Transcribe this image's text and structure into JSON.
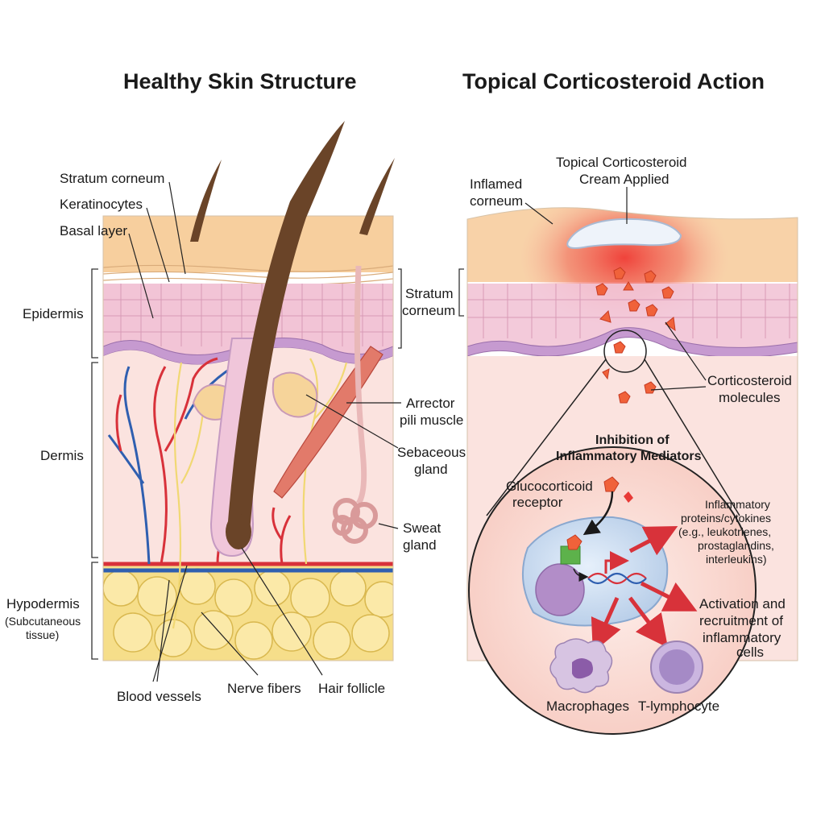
{
  "titles": {
    "left": "Healthy Skin Structure",
    "right": "Topical Corticosteroid Action"
  },
  "left_labels": {
    "stratum_corneum": "Stratum corneum",
    "keratinocytes": "Keratinocytes",
    "basal_layer": "Basal layer",
    "epidermis": "Epidermis",
    "dermis": "Dermis",
    "hypodermis": "Hypodermis",
    "hypodermis_sub1": "(Subcutaneous",
    "hypodermis_sub2": "tissue)",
    "arrector_1": "Arrector",
    "arrector_2": "pili muscle",
    "sebaceous_1": "Sebaceous",
    "sebaceous_2": "gland",
    "sweat_1": "Sweat",
    "sweat_2": "gland",
    "blood_vessels": "Blood vessels",
    "nerve_fibers": "Nerve fibers",
    "hair_follicle": "Hair follicle"
  },
  "right_labels": {
    "inflamed_1": "Inflamed",
    "inflamed_2": "corneum",
    "cream_1": "Topical Corticosteroid",
    "cream_2": "Cream Applied",
    "stratum_1": "Stratum",
    "stratum_2": "corneum",
    "cortico_1": "Corticosteroid",
    "cortico_2": "molecules",
    "inhibition_1": "Inhibition of",
    "inhibition_2": "Inflammatory Mediators",
    "receptor_1": "Glucocorticoid",
    "receptor_2": "receptor",
    "proteins_1": "Inflammatory",
    "proteins_2": "proteins/cytokines",
    "proteins_3": "(e.g., leukotrienes,",
    "proteins_4": "prostaglandins,",
    "proteins_5": "interleukins)",
    "activation_1": "Activation and",
    "activation_2": "recruitment of",
    "activation_3": "inflammatory",
    "activation_4": "cells",
    "macrophages": "Macrophages",
    "t_lymphocyte": "T-lymphocyte"
  },
  "colors": {
    "epidermis": "#f2c4d6",
    "basal": "#c69ad0",
    "dermis": "#fbe3df",
    "fat": "#f6de8a",
    "hair": "#6a4428",
    "artery": "#d8313a",
    "vein": "#2f5fb0",
    "nerve": "#f1d873",
    "inflammation": "#ef4b43",
    "molecule": "#f0623a"
  }
}
